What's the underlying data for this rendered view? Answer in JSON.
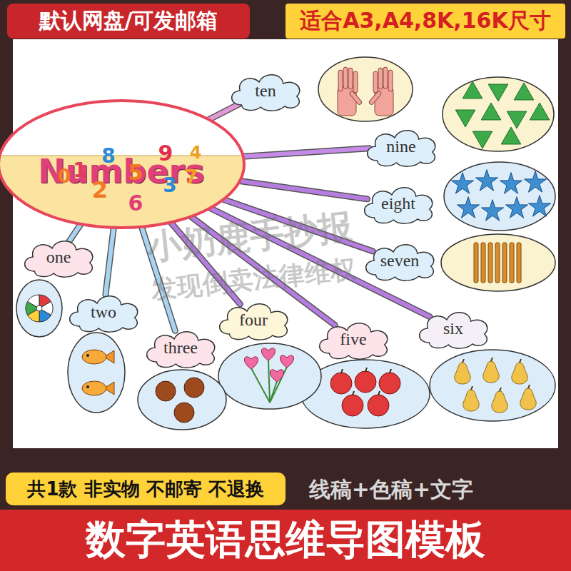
{
  "diagram": {
    "title": "数字英语思维导图模板",
    "nodes": [
      {
        "text": [
          "默认网盘/可发邮箱"
        ]
      },
      {
        "text": [
          "适合A3,A4,8K,16K尺寸"
        ]
      },
      {
        "text": [
          "Numbers"
        ]
      },
      {
        "text": [
          "ten"
        ]
      },
      {
        "text": [
          "nine"
        ]
      },
      {
        "text": [
          "eight"
        ]
      },
      {
        "text": [
          "seven"
        ]
      },
      {
        "text": [
          "six"
        ]
      },
      {
        "text": [
          "five"
        ]
      },
      {
        "text": [
          "four"
        ]
      },
      {
        "text": [
          "three"
        ]
      },
      {
        "text": [
          "two"
        ]
      },
      {
        "text": [
          "one"
        ]
      },
      {
        "text": [
          "共1款 非实物 不邮寄 不退换"
        ]
      }
    ],
    "edges": [
      {
        "from": 2,
        "to": 3,
        "arrow": "none"
      },
      {
        "from": 2,
        "to": 4,
        "arrow": "none"
      },
      {
        "from": 2,
        "to": 5,
        "arrow": "none"
      },
      {
        "from": 2,
        "to": 6,
        "arrow": "none"
      },
      {
        "from": 2,
        "to": 7,
        "arrow": "none"
      },
      {
        "from": 2,
        "to": 8,
        "arrow": "none"
      },
      {
        "from": 2,
        "to": 9,
        "arrow": "none"
      },
      {
        "from": 2,
        "to": 10,
        "arrow": "none"
      },
      {
        "from": 2,
        "to": 11,
        "arrow": "none"
      },
      {
        "from": 2,
        "to": 12,
        "arrow": "none"
      }
    ],
    "labels": [
      "0",
      "1",
      "8",
      "5",
      "9",
      "4",
      "2",
      "6",
      "3",
      "7",
      "小奶鹿手抄报",
      "发现倒卖法律维权",
      "线稿+色稿+文字"
    ]
  }
}
